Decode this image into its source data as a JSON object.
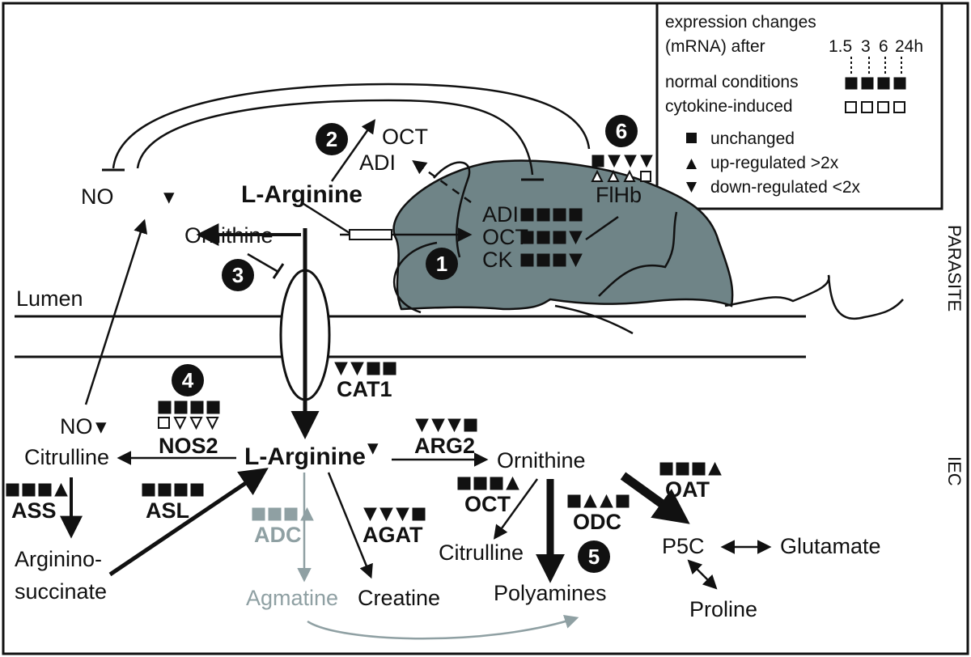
{
  "legend": {
    "title_line1": "expression changes",
    "title_line2": "(mRNA) after",
    "times": [
      "1.5",
      "3",
      "6",
      "24h"
    ],
    "row_normal": "normal conditions",
    "row_cytokine": "cytokine-induced",
    "key_unchanged": "unchanged",
    "key_up": "up-regulated >2x",
    "key_down": "down-regulated <2x"
  },
  "side_labels": {
    "parasite": "PARASITE",
    "iec": "IEC"
  },
  "compartments": {
    "lumen": "Lumen"
  },
  "markers": [
    "1",
    "2",
    "3",
    "4",
    "5",
    "6"
  ],
  "parasite": {
    "l_arginine": "L-Arginine",
    "ornithine": "Ornithine",
    "no": "NO",
    "oct_out": "OCT",
    "adi_out": "ADI",
    "adi": "ADI",
    "oct": "OCT",
    "ck": "CK",
    "flhb": "FlHb"
  },
  "iec": {
    "l_arginine": "L-Arginine",
    "no": "NO",
    "citrulline": "Citrulline",
    "ornithine": "Ornithine",
    "citrulline2": "Citrulline",
    "argininosuccinate_1": "Arginino-",
    "argininosuccinate_2": "succinate",
    "agmatine": "Agmatine",
    "creatine": "Creatine",
    "polyamines": "Polyamines",
    "p5c": "P5C",
    "glutamate": "Glutamate",
    "proline": "Proline"
  },
  "enzymes": {
    "cat1": "CAT1",
    "nos2": "NOS2",
    "arg2": "ARG2",
    "ass": "ASS",
    "asl": "ASL",
    "adc": "ADC",
    "agat": "AGAT",
    "oct": "OCT",
    "odc": "ODC",
    "oat": "OAT"
  },
  "expression_patterns": {
    "legend_normal": [
      "unchanged",
      "unchanged",
      "unchanged",
      "unchanged"
    ],
    "legend_cytokine": [
      "unchanged",
      "unchanged",
      "unchanged",
      "unchanged"
    ],
    "adi": [
      "unchanged",
      "unchanged",
      "unchanged",
      "unchanged"
    ],
    "oct_parasite": [
      "unchanged",
      "unchanged",
      "unchanged",
      "down"
    ],
    "ck": [
      "unchanged",
      "unchanged",
      "unchanged",
      "down"
    ],
    "flhb_normal": [
      "unchanged",
      "down",
      "down",
      "down"
    ],
    "flhb_cytokine": [
      "up",
      "up",
      "up",
      "unchanged"
    ],
    "cat1": [
      "down",
      "down",
      "unchanged",
      "unchanged"
    ],
    "nos2_normal": [
      "unchanged",
      "unchanged",
      "unchanged",
      "unchanged"
    ],
    "nos2_cytokine": [
      "unchanged",
      "down",
      "down",
      "down"
    ],
    "arg2": [
      "down",
      "down",
      "down",
      "unchanged"
    ],
    "ass": [
      "unchanged",
      "unchanged",
      "unchanged",
      "up"
    ],
    "asl": [
      "unchanged",
      "unchanged",
      "unchanged",
      "unchanged"
    ],
    "adc": [
      "unchanged",
      "unchanged",
      "unchanged",
      "up"
    ],
    "agat": [
      "down",
      "down",
      "down",
      "unchanged"
    ],
    "oct_iec": [
      "unchanged",
      "unchanged",
      "unchanged",
      "up"
    ],
    "odc": [
      "unchanged",
      "up",
      "up",
      "unchanged"
    ],
    "oat": [
      "unchanged",
      "unchanged",
      "unchanged",
      "up"
    ]
  },
  "colors": {
    "parasite_body": "#6f8487",
    "grey_pathway": "#8fa0a3",
    "ink": "#111111"
  }
}
